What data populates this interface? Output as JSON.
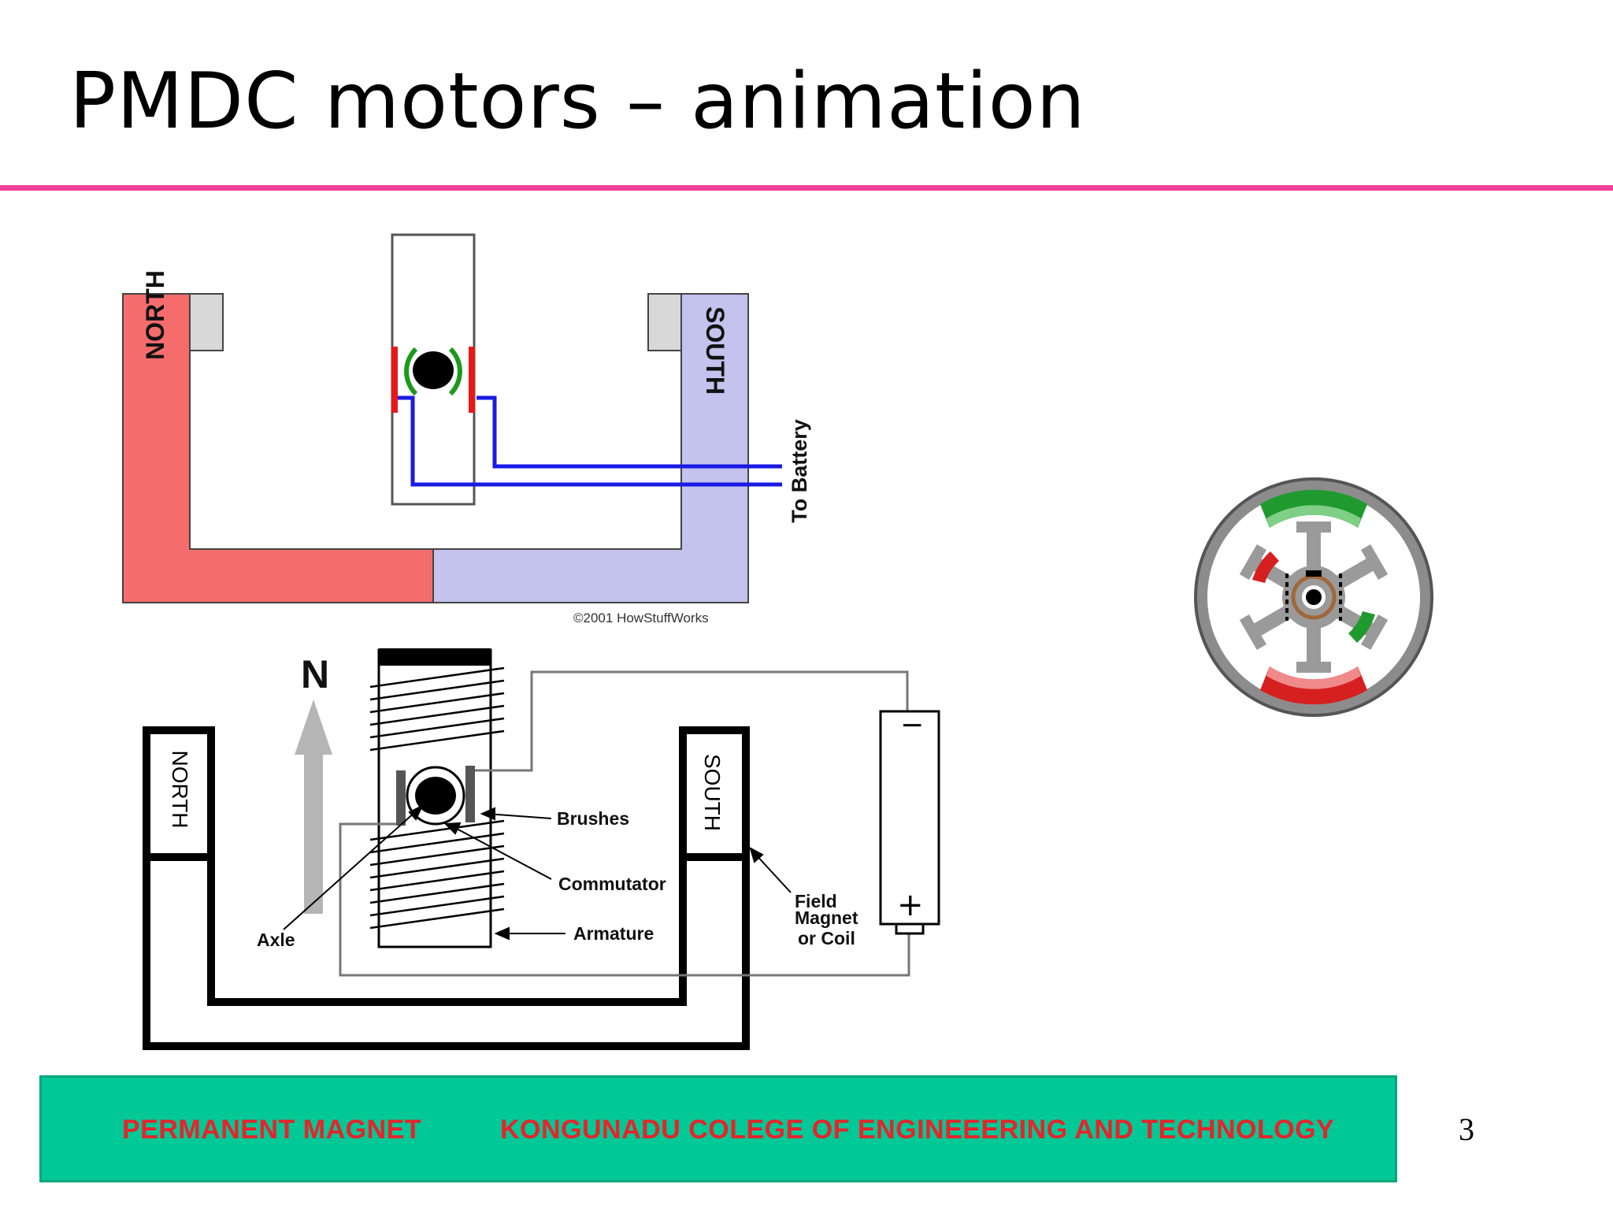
{
  "slide": {
    "title": "PMDC motors – animation",
    "page_number": "3"
  },
  "top_diagram": {
    "north_label": "NORTH",
    "south_label": "SOUTH",
    "battery_label": "To Battery",
    "copyright": "©2001 HowStuffWorks",
    "colors": {
      "north": "#f46c6c",
      "south": "#c3c3ee",
      "wire": "#1a1ae6",
      "brush": "#e81818",
      "commutator": "#1a9a1a"
    }
  },
  "bottom_diagram": {
    "arrow_label": "N",
    "north_label": "NORTH",
    "south_label": "SOUTH",
    "labels": {
      "brushes": "Brushes",
      "commutator": "Commutator",
      "armature": "Armature",
      "axle": "Axle",
      "field_line1": "Field",
      "field_line2": "Magnet",
      "field_line3": "or Coil"
    },
    "battery": {
      "minus": "−",
      "plus": "+"
    }
  },
  "rotor_animation": {
    "colors": {
      "stator_ring": "#8c8c8c",
      "green": "#1f9a2f",
      "red": "#d62020",
      "rotor": "#9a9a9a"
    }
  },
  "footer": {
    "left": "PERMANENT MAGNET",
    "right": "KONGUNADU COLEGE OF ENGINEEERING AND TECHNOLOGY",
    "background": "#00c896",
    "text_color": "#e8232a"
  }
}
